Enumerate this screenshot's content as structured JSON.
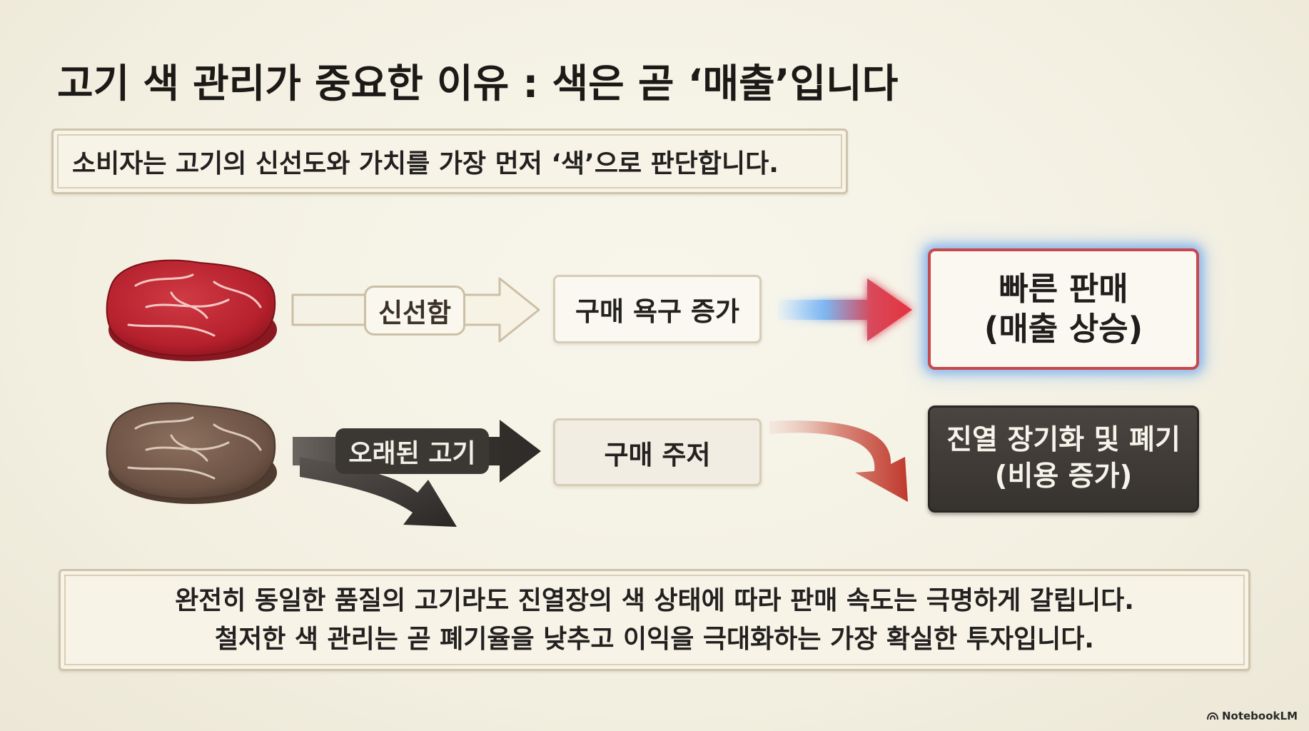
{
  "title": "고기 색 관리가 중요한 이유 : 색은 곧 ‘매출’입니다",
  "subtitle": "소비자는 고기의 신선도와 가치를 가장 먼저 ‘색’으로 판단합니다.",
  "fresh_row": {
    "label": "신선함",
    "middle_box": "구매 욕구 증가",
    "result_line1": "빠른 판매",
    "result_line2": "(매출 상승)"
  },
  "old_row": {
    "label": "오래된 고기",
    "middle_box": "구매 주저",
    "result_line1": "진열 장기화 및 폐기",
    "result_line2": "(비용 증가)"
  },
  "note": {
    "line1": "완전히 동일한 품질의 고기라도 진열장의 색 상태에 따라 판매 속도는 극명하게 갈립니다.",
    "line2": "철저한 색 관리는 곧 폐기율을 낮추고 이익을 극대화하는 가장 확실한 투자입니다."
  },
  "brand": "NotebookLM",
  "colors": {
    "fresh_meat": "#b8232f",
    "old_meat": "#7a5e4e",
    "highlight_border": "#c8484c",
    "glow": "#64a0eb",
    "dark_box": "#3b3733"
  }
}
